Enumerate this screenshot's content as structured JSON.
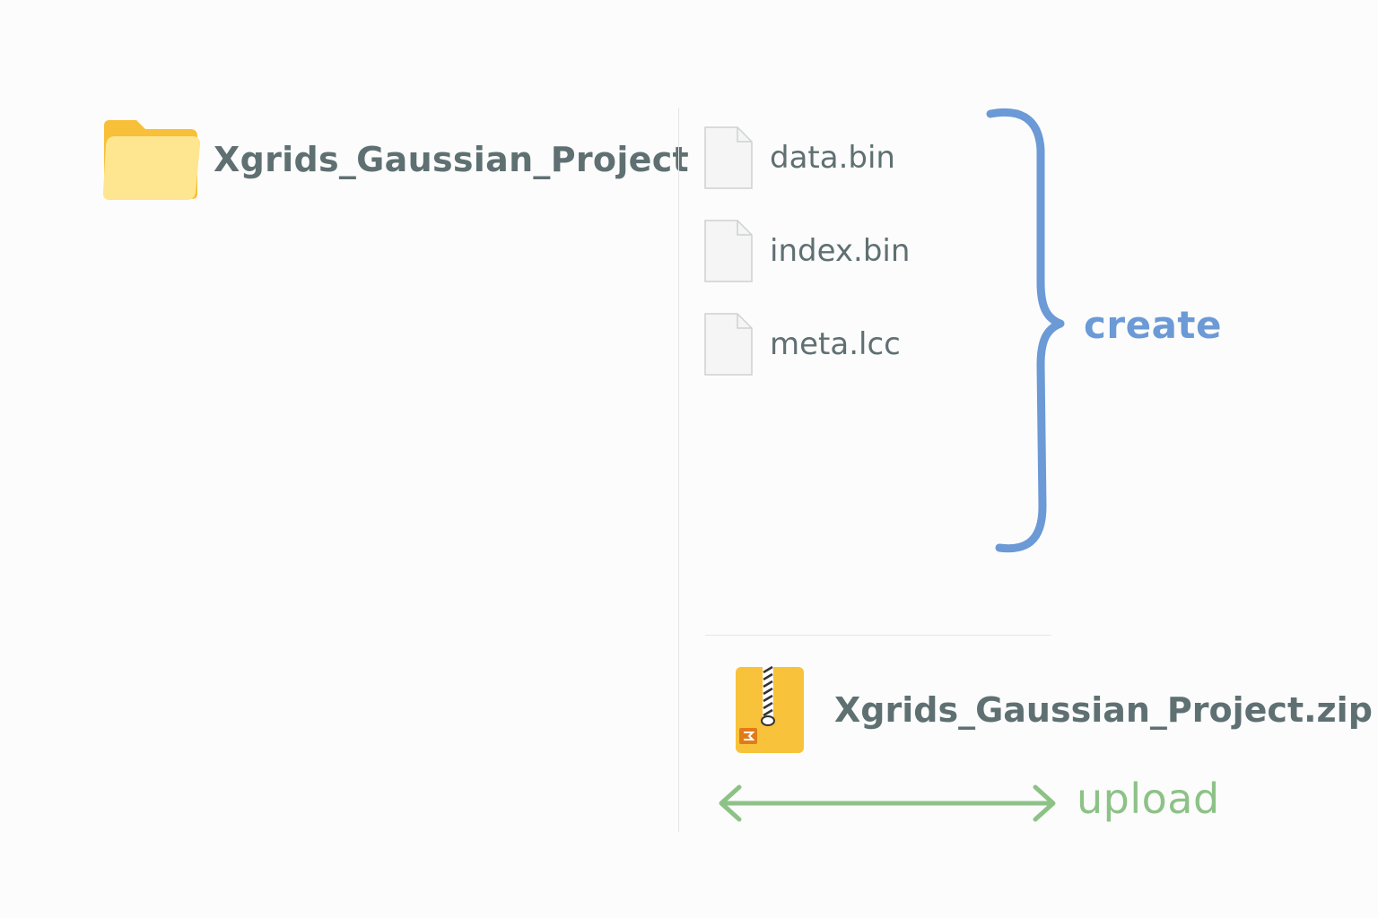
{
  "project_folder": {
    "name": "Xgrids_Gaussian_Project",
    "icon": "folder-icon"
  },
  "files": [
    {
      "name": "data.bin",
      "icon": "file-icon"
    },
    {
      "name": "index.bin",
      "icon": "file-icon"
    },
    {
      "name": "meta.lcc",
      "icon": "file-icon"
    }
  ],
  "create": {
    "label": "create",
    "color": "#6b9ad6"
  },
  "archive": {
    "name": "Xgrids_Gaussian_Project.zip",
    "icon": "zip-archive-icon"
  },
  "upload": {
    "label": "upload",
    "color": "#8dc287"
  },
  "colors": {
    "text": "#5f7072",
    "folder": "#fbc43e",
    "folder_front": "#fde68f",
    "zip": "#f8c23a",
    "zip_accent": "#e07b17"
  }
}
